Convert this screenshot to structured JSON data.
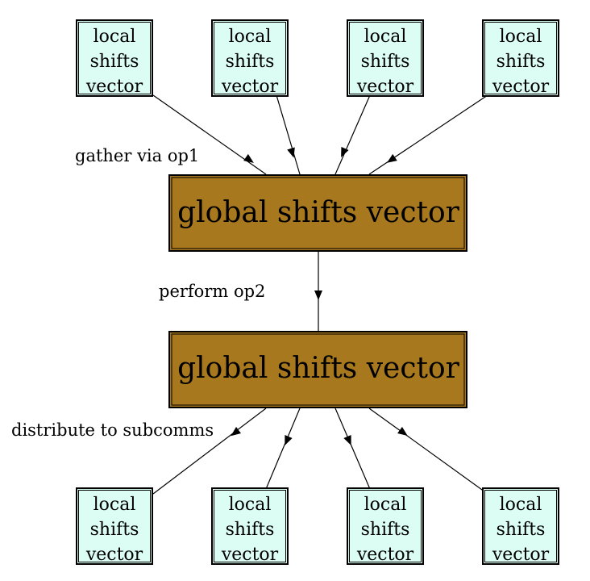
{
  "colors": {
    "local_fill": "#dcfdf4",
    "global_fill": "#a8781e",
    "border": "#000000",
    "arrow": "#000000"
  },
  "top_locals": [
    {
      "lines": [
        "local",
        "shifts",
        "vector"
      ]
    },
    {
      "lines": [
        "local",
        "shifts",
        "vector"
      ]
    },
    {
      "lines": [
        "local",
        "shifts",
        "vector"
      ]
    },
    {
      "lines": [
        "local",
        "shifts",
        "vector"
      ]
    }
  ],
  "bottom_locals": [
    {
      "lines": [
        "local",
        "shifts",
        "vector"
      ]
    },
    {
      "lines": [
        "local",
        "shifts",
        "vector"
      ]
    },
    {
      "lines": [
        "local",
        "shifts",
        "vector"
      ]
    },
    {
      "lines": [
        "local",
        "shifts",
        "vector"
      ]
    }
  ],
  "global_top": {
    "label": "global shifts vector"
  },
  "global_bottom": {
    "label": "global shifts vector"
  },
  "edge_labels": {
    "gather": "gather via op1",
    "perform": "perform op2",
    "distribute": "distribute to subcomms"
  }
}
